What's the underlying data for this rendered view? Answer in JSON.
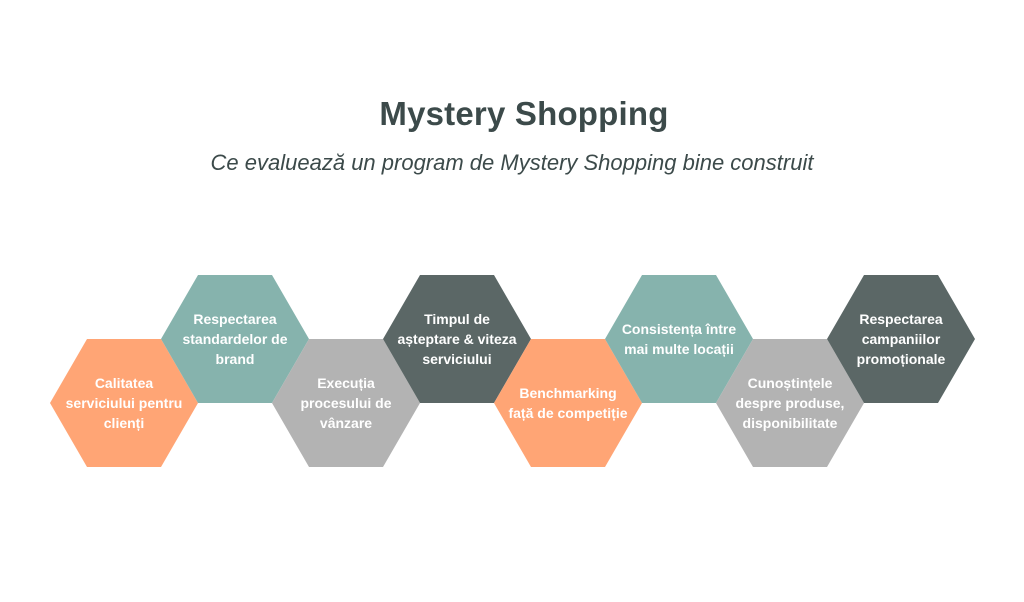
{
  "header": {
    "title": "Mystery Shopping",
    "subtitle": "Ce evaluează un program de Mystery Shopping bine construit"
  },
  "colors": {
    "orange": "#ffa575",
    "teal": "#86b3ad",
    "gray": "#b3b3b3",
    "dark": "#5b6766",
    "text": "#3c4a4a"
  },
  "hexagons": [
    {
      "label": "Calitatea serviciului pentru clienți",
      "color": "orange"
    },
    {
      "label": "Respectarea standardelor de brand",
      "color": "teal"
    },
    {
      "label": "Execuția procesului de vânzare",
      "color": "gray"
    },
    {
      "label": "Timpul de așteptare & viteza serviciului",
      "color": "dark"
    },
    {
      "label": "Benchmarking față de competiție",
      "color": "orange"
    },
    {
      "label": "Consistența între mai multe locații",
      "color": "teal"
    },
    {
      "label": "Cunoștințele despre produse, disponibilitate",
      "color": "gray"
    },
    {
      "label": "Respectarea campaniilor promoționale",
      "color": "dark"
    }
  ]
}
